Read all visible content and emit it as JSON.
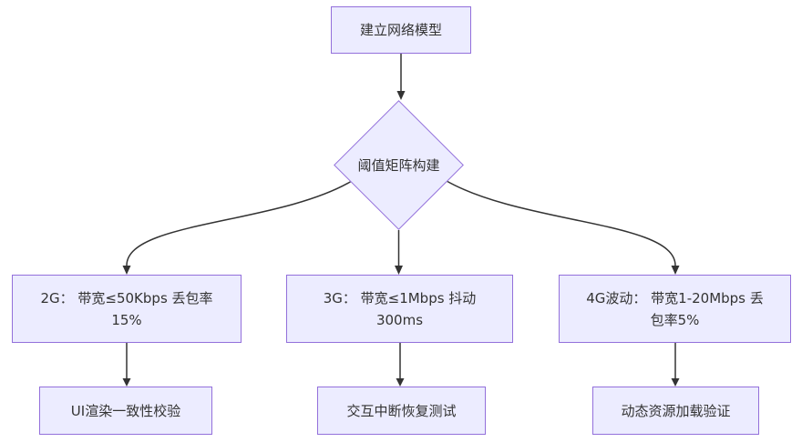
{
  "diagram": {
    "type": "flowchart",
    "direction": "top-down",
    "colors": {
      "node_fill": "#ECECFF",
      "node_stroke": "#9370DB",
      "text_color": "#333333",
      "edge_color": "#333333",
      "background": "#ffffff"
    },
    "nodes": {
      "start": {
        "shape": "rect",
        "label": "建立网络模型"
      },
      "threshold_matrix": {
        "shape": "diamond",
        "label": "阈值矩阵构建"
      },
      "net_2g": {
        "shape": "rect",
        "lines": [
          "2G：  带宽≤50Kbps 丢包率",
          "15%"
        ]
      },
      "net_3g": {
        "shape": "rect",
        "lines": [
          "3G：  带宽≤1Mbps 抖动",
          "300ms"
        ]
      },
      "net_4g": {
        "shape": "rect",
        "lines": [
          "4G波动：  带宽1-20Mbps 丢",
          "包率5%"
        ]
      },
      "check_ui": {
        "shape": "rect",
        "label": "UI渲染一致性校验"
      },
      "check_interact": {
        "shape": "rect",
        "label": "交互中断恢复测试"
      },
      "check_dynamic": {
        "shape": "rect",
        "label": "动态资源加载验证"
      }
    },
    "edges": [
      {
        "from": "start",
        "to": "threshold_matrix"
      },
      {
        "from": "threshold_matrix",
        "to": "net_2g"
      },
      {
        "from": "threshold_matrix",
        "to": "net_3g"
      },
      {
        "from": "threshold_matrix",
        "to": "net_4g"
      },
      {
        "from": "net_2g",
        "to": "check_ui"
      },
      {
        "from": "net_3g",
        "to": "check_interact"
      },
      {
        "from": "net_4g",
        "to": "check_dynamic"
      }
    ]
  }
}
